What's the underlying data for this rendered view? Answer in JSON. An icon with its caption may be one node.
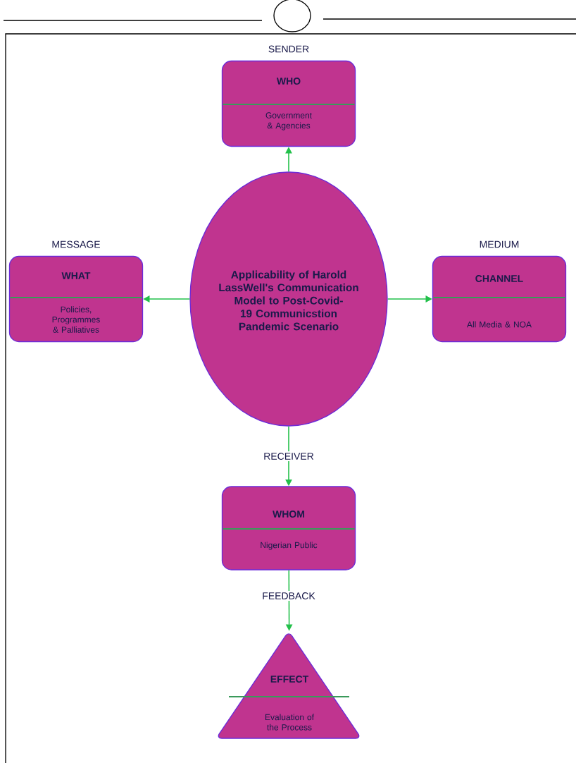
{
  "diagram": {
    "nodes": [
      {
        "text": [
          "Applicability of Harold LassWell's Communication Model to Post-Covid-19 Communicstion Pandemic Scenario"
        ]
      },
      {
        "text": [
          "WHO",
          "Government & Agencies"
        ],
        "beside": [
          "SENDER"
        ]
      },
      {
        "text": [
          "WHAT",
          "Policies, Programmes & Palliatives"
        ],
        "beside": [
          "MESSAGE"
        ]
      },
      {
        "text": [
          "CHANNEL",
          "All Media & NOA"
        ],
        "beside": [
          "MEDIUM"
        ]
      },
      {
        "text": [
          "WHOM",
          "Nigerian Public"
        ]
      },
      {
        "text": [
          "EFFECT",
          "Evaluation of the Process"
        ]
      }
    ],
    "edges": [
      {
        "from": 0,
        "to": 1,
        "arrow": "to"
      },
      {
        "from": 0,
        "to": 2,
        "arrow": "to"
      },
      {
        "from": 0,
        "to": 3,
        "arrow": "to"
      },
      {
        "from": 0,
        "to": 4,
        "arrow": "to",
        "label": "RECEIVER"
      },
      {
        "from": 4,
        "to": 5,
        "arrow": "to",
        "label": "FEEDBACK"
      }
    ]
  }
}
